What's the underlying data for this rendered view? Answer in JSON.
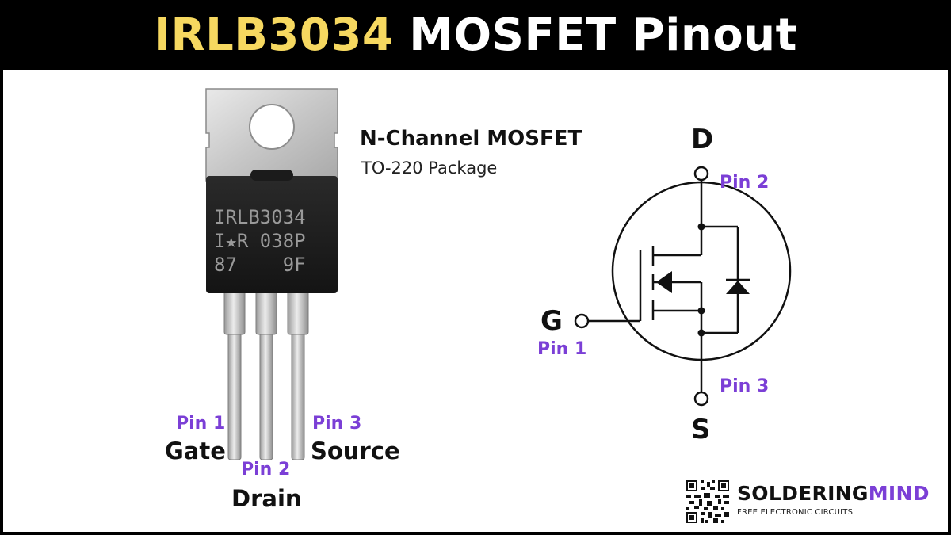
{
  "header": {
    "title_highlight": "IRLB3034",
    "title_rest": "MOSFET Pinout",
    "highlight_color": "#f6d860"
  },
  "package": {
    "type_label": "N-Channel MOSFET",
    "package_label": "TO-220 Package",
    "marking": [
      "IRLB3034",
      "I★R 038P",
      "87    9F"
    ]
  },
  "pins": [
    {
      "pin_label": "Pin 1",
      "name": "Gate"
    },
    {
      "pin_label": "Pin 2",
      "name": "Drain"
    },
    {
      "pin_label": "Pin 3",
      "name": "Source"
    }
  ],
  "symbol": {
    "drain_letter": "D",
    "gate_letter": "G",
    "source_letter": "S",
    "drain_pin": "Pin 2",
    "gate_pin": "Pin 1",
    "source_pin": "Pin 3"
  },
  "brand": {
    "name_a": "SOLDERING",
    "name_b": "MIND",
    "tagline": "FREE ELECTRONIC CIRCUITS",
    "accent_color": "#7b3fd6"
  }
}
